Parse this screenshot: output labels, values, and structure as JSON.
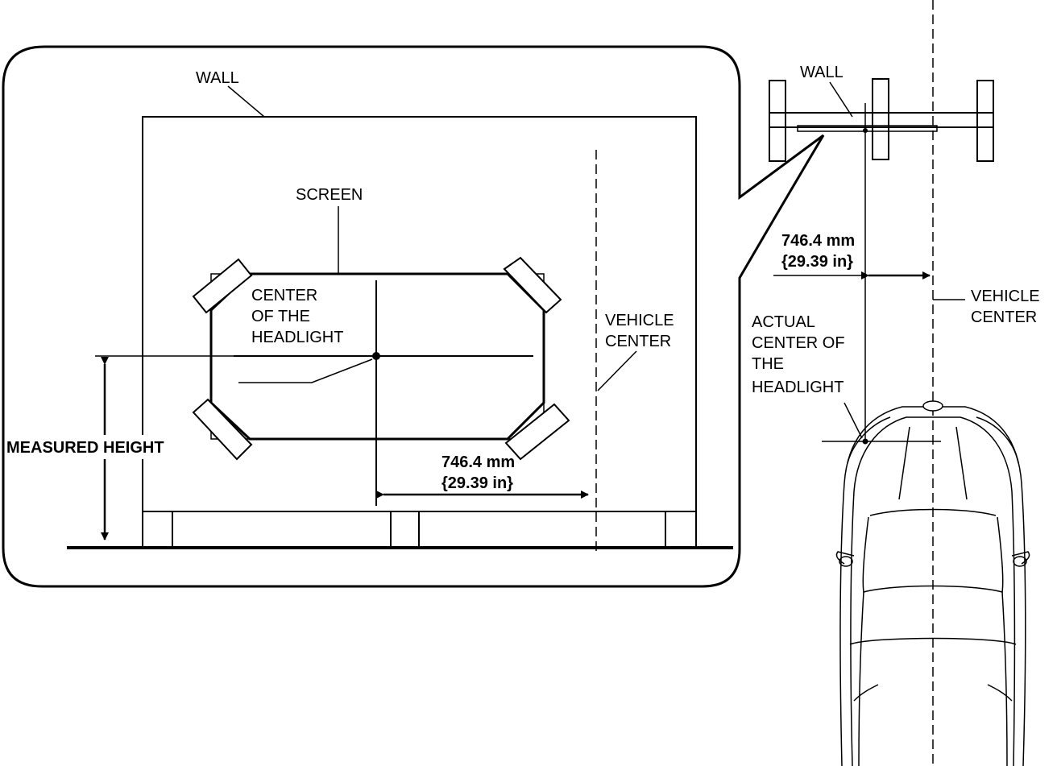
{
  "labels": {
    "wall_main": "WALL",
    "screen": "SCREEN",
    "center_headlight": [
      "CENTER",
      "OF THE",
      "HEADLIGHT"
    ],
    "vehicle_center_main": [
      "VEHICLE",
      "CENTER"
    ],
    "measured_height": "MEASURED HEIGHT",
    "distance_main": [
      "746.4 mm",
      "{29.39 in}"
    ],
    "wall_inset": "WALL",
    "distance_inset": [
      "746.4 mm",
      "{29.39 in}"
    ],
    "vehicle_center_inset": [
      "VEHICLE",
      "CENTER"
    ],
    "actual_center": [
      "ACTUAL",
      "CENTER OF",
      "THE",
      "HEADLIGHT"
    ]
  }
}
